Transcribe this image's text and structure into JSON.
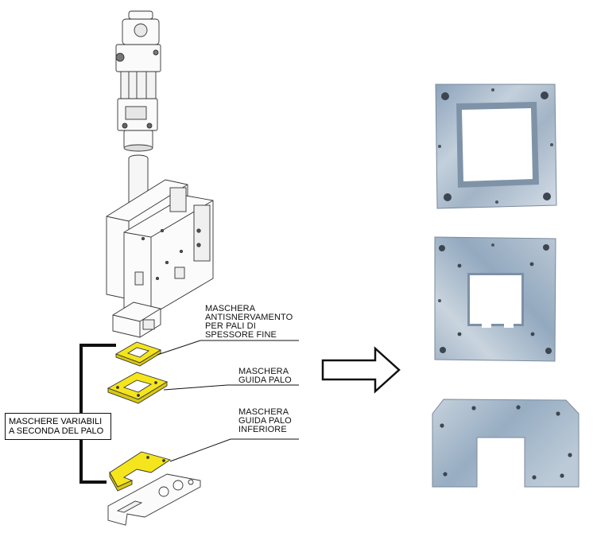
{
  "labels": {
    "mask_thin": "MASCHERA\nANTISNERVAMENTO\nPER PALI DI\nSPESSORE FINE",
    "mask_guide": "MASCHERA\nGUIDA PALO",
    "mask_guide_lower": "MASCHERA\nGUIDA PALO\nINFERIORE",
    "variable_masks": "MASCHERE VARIABILI\nA SECONDA DEL PALO"
  },
  "colors": {
    "highlight": "#f4e51c",
    "line": "#111111",
    "metal": "#9fb2c6"
  }
}
